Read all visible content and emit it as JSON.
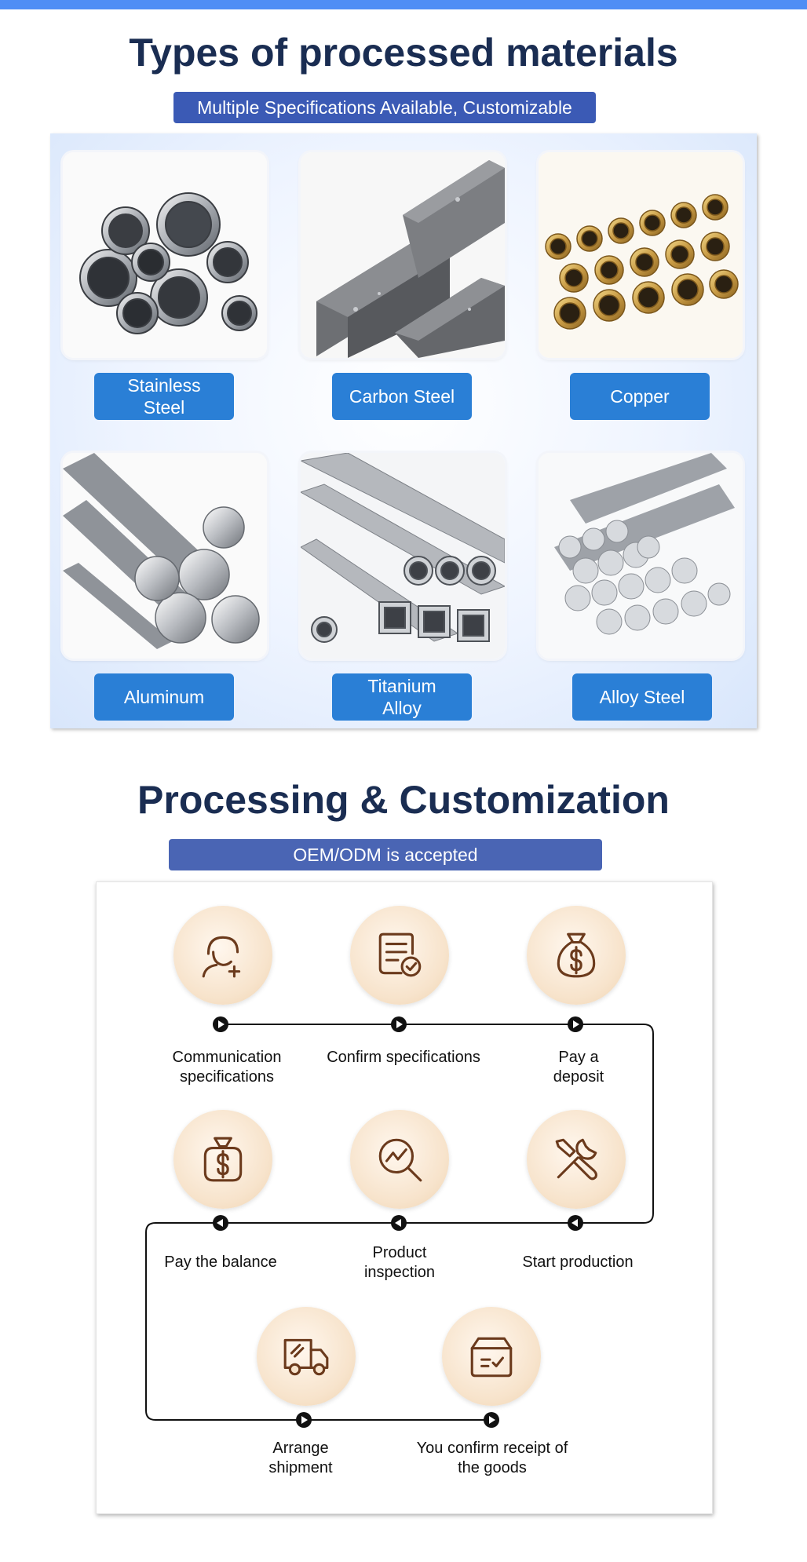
{
  "materials_section": {
    "title": "Types of processed materials",
    "subtitle": "Multiple Specifications Available, Customizable",
    "items": [
      {
        "label": "Stainless Steel",
        "icon": "stainless-steel-tubes-image"
      },
      {
        "label": "Carbon Steel",
        "icon": "carbon-steel-square-tubes-image"
      },
      {
        "label": "Copper",
        "icon": "copper-tubes-image"
      },
      {
        "label": "Aluminum",
        "icon": "aluminum-rods-image"
      },
      {
        "label": "Titanium Alloy",
        "icon": "titanium-alloy-profiles-image"
      },
      {
        "label": "Alloy Steel",
        "icon": "alloy-steel-bars-image"
      }
    ]
  },
  "process_section": {
    "title": "Processing & Customization",
    "subtitle": "OEM/ODM is accepted",
    "steps": [
      {
        "label": "Communication specifications",
        "icon": "customer-service-icon"
      },
      {
        "label": "Confirm specifications",
        "icon": "document-check-icon"
      },
      {
        "label": "Pay a deposit",
        "icon": "money-bag-icon"
      },
      {
        "label": "Start production",
        "icon": "tools-icon"
      },
      {
        "label": "Product inspection",
        "icon": "magnifier-chart-icon"
      },
      {
        "label": "Pay the balance",
        "icon": "money-bag-icon"
      },
      {
        "label": "Arrange shipment",
        "icon": "delivery-truck-icon"
      },
      {
        "label": "You confirm receipt of the goods",
        "icon": "package-check-icon"
      }
    ]
  },
  "colors": {
    "accent_bar": "#4f8ef5",
    "title": "#1a2d52",
    "material_label": "#2a7fd6",
    "subtitle_pill_1": "#3b5ab5",
    "subtitle_pill_2": "#4a65b4",
    "icon_stroke": "#6b3a1c",
    "icon_circle": "#f7e3cb"
  }
}
